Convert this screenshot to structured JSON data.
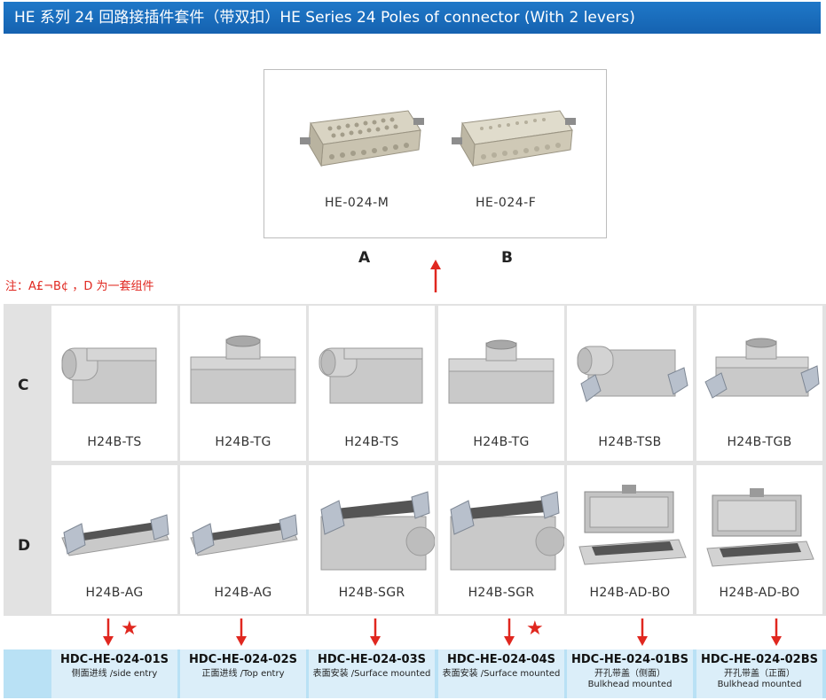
{
  "header": {
    "title": "HE 系列 24 回路接插件套件（带双扣）HE Series 24 Poles of connector (With 2 levers)"
  },
  "inserts": [
    {
      "code": "HE-024-M",
      "letter": "A"
    },
    {
      "code": "HE-024-F",
      "letter": "B"
    }
  ],
  "note": "注：A£¬B¢ ，D 为一套组件",
  "rows": {
    "c": "C",
    "d": "D"
  },
  "hoods": [
    "H24B-TS",
    "H24B-TG",
    "H24B-TS",
    "H24B-TG",
    "H24B-TSB",
    "H24B-TGB"
  ],
  "housings": [
    "H24B-AG",
    "H24B-AG",
    "H24B-SGR",
    "H24B-SGR",
    "H24B-AD-BO",
    "H24B-AD-BO"
  ],
  "star_glyph": "★",
  "kits": [
    {
      "code": "HDC-HE-024-01S",
      "desc": "侧面进线 /side entry",
      "desc2": "",
      "star": true
    },
    {
      "code": "HDC-HE-024-02S",
      "desc": "正面进线 /Top entry",
      "desc2": "",
      "star": false
    },
    {
      "code": "HDC-HE-024-03S",
      "desc": "表面安装 /Surface mounted",
      "desc2": "",
      "star": false
    },
    {
      "code": "HDC-HE-024-04S",
      "desc": "表面安装 /Surface mounted",
      "desc2": "",
      "star": true
    },
    {
      "code": "HDC-HE-024-01BS",
      "desc": "开孔带盖（侧面）",
      "desc2": "Bulkhead mounted",
      "star": false
    },
    {
      "code": "HDC-HE-024-02BS",
      "desc": "开孔带盖（正面）",
      "desc2": "Bulkhead mounted",
      "star": false
    }
  ],
  "colors": {
    "header": "#1a6dbf",
    "accent_red": "#e0271f",
    "band": "#b9e1f5",
    "grid": "#e2e2e2"
  }
}
